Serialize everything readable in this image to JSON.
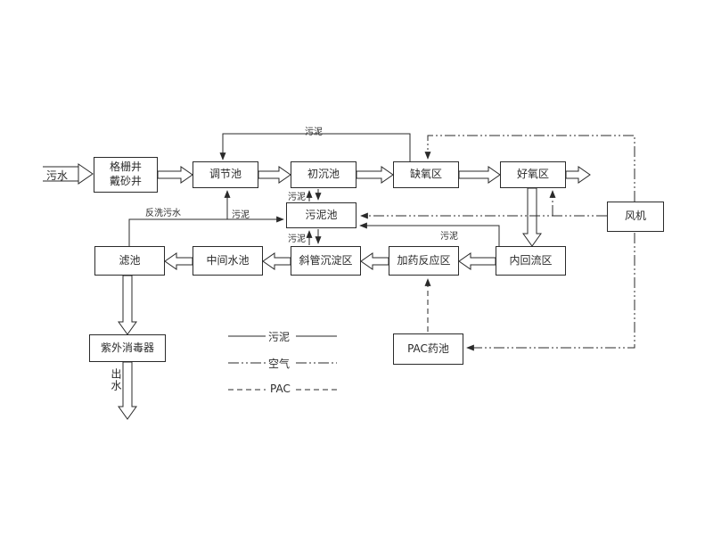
{
  "colors": {
    "line": "#2a2a2a",
    "background": "#ffffff"
  },
  "boxes": {
    "screen_grit_well": {
      "line1": "格栅井",
      "line2": "戴砂井"
    },
    "regulating_tank": {
      "label": "调节池"
    },
    "primary_sedimentation_tank": {
      "label": "初沉池"
    },
    "anoxic_zone": {
      "label": "缺氧区"
    },
    "aerobic_zone": {
      "label": "好氧区"
    },
    "blower": {
      "label": "风机"
    },
    "sludge_tank": {
      "label": "污泥池"
    },
    "filter_tank": {
      "label": "滤池"
    },
    "intermediate_tank": {
      "label": "中间水池"
    },
    "inclined_tube_settling_zone": {
      "label": "斜管沉淀区"
    },
    "dosing_reaction_zone": {
      "label": "加药反应区"
    },
    "internal_reflux_zone": {
      "label": "内回流区"
    },
    "uv_disinfector": {
      "label": "紫外消毒器"
    },
    "pac_tank": {
      "label": "PAC药池"
    }
  },
  "labels": {
    "influent": "污水",
    "effluent": "出水",
    "sludge_top_return": "污泥",
    "sludge_primary_gap": "污泥",
    "sludge_inclined_gap": "污泥",
    "sludge_into_tank_left": "污泥",
    "sludge_into_tank_right": "污泥",
    "backwash_water": "反洗污水"
  },
  "legend": {
    "sludge": "污泥",
    "air": "空气",
    "pac": "PAC"
  }
}
